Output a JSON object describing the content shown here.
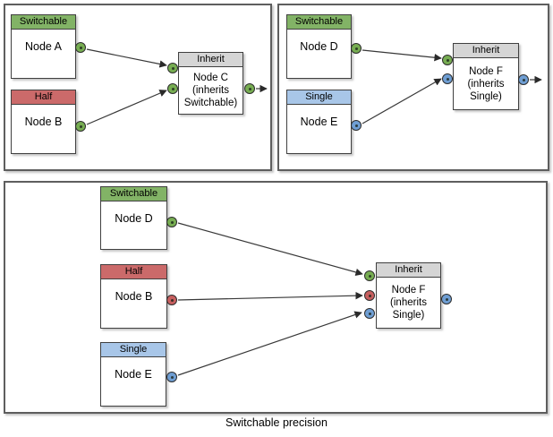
{
  "caption": "Switchable precision",
  "colors": {
    "switchable_green": "#82b366",
    "half_red": "#cb6a6a",
    "single_blue": "#a8c6e8",
    "inherit_gray": "#d5d5d5",
    "port_green": "#77ad52",
    "port_red": "#c75f5f",
    "port_blue": "#6f9ed3",
    "border_dark": "#404040",
    "edge_line": "#383838"
  },
  "panels": {
    "top_left": {
      "nodes": {
        "a": {
          "header": "Switchable",
          "label": "Node A"
        },
        "b": {
          "header": "Half",
          "label": "Node B"
        },
        "c": {
          "header": "Inherit",
          "lines": [
            "Node C",
            "(inherits",
            "Switchable)"
          ]
        }
      }
    },
    "top_right": {
      "nodes": {
        "d": {
          "header": "Switchable",
          "label": "Node D"
        },
        "e": {
          "header": "Single",
          "label": "Node E"
        },
        "f": {
          "header": "Inherit",
          "lines": [
            "Node F",
            "(inherits",
            "Single)"
          ]
        }
      }
    },
    "bottom": {
      "nodes": {
        "d": {
          "header": "Switchable",
          "label": "Node D"
        },
        "b": {
          "header": "Half",
          "label": "Node B"
        },
        "e": {
          "header": "Single",
          "label": "Node E"
        },
        "f": {
          "header": "Inherit",
          "lines": [
            "Node F",
            "(inherits",
            "Single)"
          ]
        }
      }
    }
  }
}
